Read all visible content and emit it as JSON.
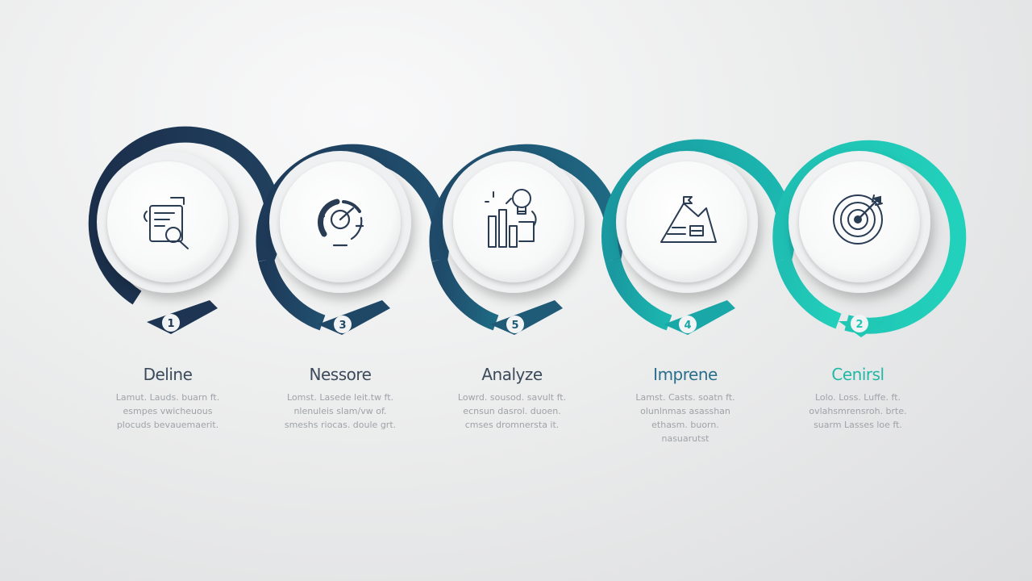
{
  "steps": [
    {
      "number": "1",
      "title": "Deline",
      "description": "Lamut. Lauds. buarn ft. esmpes vwicheuous plocuds bevauemaerit.",
      "color": "#1d3453",
      "icon": "search-document-icon"
    },
    {
      "number": "3",
      "title": "Nessore",
      "description": "Lomst. Lasede leit.tw ft. nlenuleis slam/vw of. smeshs riocas. doule grt.",
      "color": "#1f4766",
      "icon": "gauge-icon"
    },
    {
      "number": "5",
      "title": "Analyze",
      "description": "Lowrd. sousod. savult ft. ecnsun dasrol. duoen. cmses dromnersta it.",
      "color": "#1f5a77",
      "icon": "bar-chart-bulb-icon"
    },
    {
      "number": "4",
      "title": "Imprene",
      "description": "Lamst. Casts. soatn ft. olunlnmas asasshan ethasm. buorn. nasuarutst",
      "color": "#1aa7a8",
      "icon": "mountain-chart-icon"
    },
    {
      "number": "2",
      "title": "Cenirsl",
      "description": "Lolo. Loss. Luffe. ft. ovlahsmrensroh. brte. suarm Lasses loe ft.",
      "color": "#20c8b4",
      "icon": "target-icon"
    }
  ]
}
